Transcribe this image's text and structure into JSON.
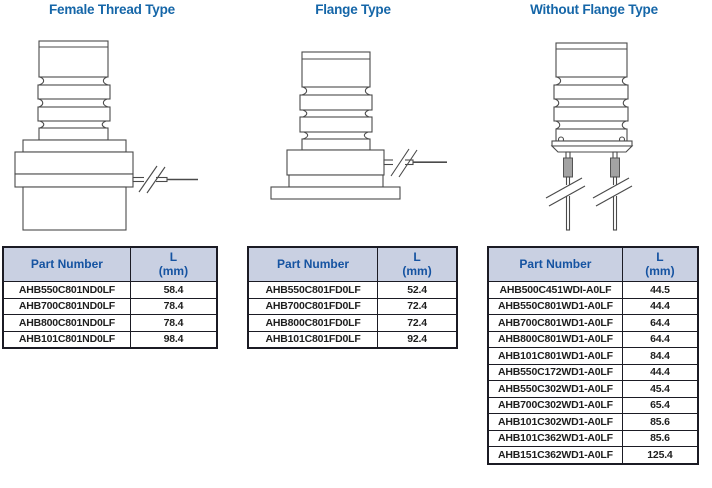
{
  "colors": {
    "title_blue": "#1566a8",
    "header_text_blue": "#1553a1",
    "header_bg": "#c9d0e2",
    "table_border": "#1b1b24",
    "body_text": "#1e1e1e",
    "drawing_line": "#4a4a4a",
    "sleeve_gray": "#a3a3a3"
  },
  "sections": [
    {
      "title": "Female Thread Type",
      "table": {
        "col_part": "Part Number",
        "col_l": "L",
        "col_l_unit": "(mm)",
        "rows": [
          {
            "pn": "AHB550C801ND0LF",
            "l": "58.4"
          },
          {
            "pn": "AHB700C801ND0LF",
            "l": "78.4"
          },
          {
            "pn": "AHB800C801ND0LF",
            "l": "78.4"
          },
          {
            "pn": "AHB101C801ND0LF",
            "l": "98.4"
          }
        ]
      }
    },
    {
      "title": "Flange Type",
      "table": {
        "col_part": "Part Number",
        "col_l": "L",
        "col_l_unit": "(mm)",
        "rows": [
          {
            "pn": "AHB550C801FD0LF",
            "l": "52.4"
          },
          {
            "pn": "AHB700C801FD0LF",
            "l": "72.4"
          },
          {
            "pn": "AHB800C801FD0LF",
            "l": "72.4"
          },
          {
            "pn": "AHB101C801FD0LF",
            "l": "92.4"
          }
        ]
      }
    },
    {
      "title": "Without Flange Type",
      "table": {
        "col_part": "Part Number",
        "col_l": "L",
        "col_l_unit": "(mm)",
        "rows": [
          {
            "pn": "AHB500C451WDI-A0LF",
            "l": "44.5"
          },
          {
            "pn": "AHB550C801WD1-A0LF",
            "l": "44.4"
          },
          {
            "pn": "AHB700C801WD1-A0LF",
            "l": "64.4"
          },
          {
            "pn": "AHB800C801WD1-A0LF",
            "l": "64.4"
          },
          {
            "pn": "AHB101C801WD1-A0LF",
            "l": "84.4"
          },
          {
            "pn": "AHB550C172WD1-A0LF",
            "l": "44.4"
          },
          {
            "pn": "AHB550C302WD1-A0LF",
            "l": "45.4"
          },
          {
            "pn": "AHB700C302WD1-A0LF",
            "l": "65.4"
          },
          {
            "pn": "AHB101C302WD1-A0LF",
            "l": "85.6"
          },
          {
            "pn": "AHB101C362WD1-A0LF",
            "l": "85.6"
          },
          {
            "pn": "AHB151C362WD1-A0LF",
            "l": "125.4"
          }
        ]
      }
    }
  ]
}
